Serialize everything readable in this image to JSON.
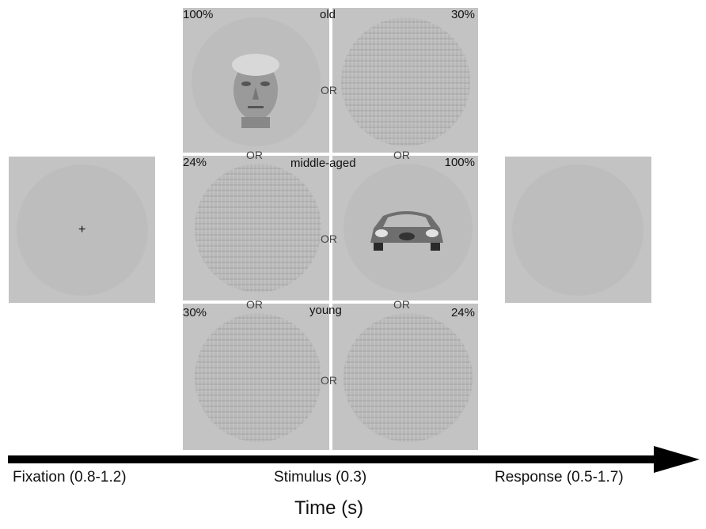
{
  "fixation": {
    "symbol": "+"
  },
  "stimulus_rows": [
    {
      "category": "old",
      "face_percent": "100%",
      "car_percent": "30%"
    },
    {
      "category": "middle-aged",
      "face_percent": "24%",
      "car_percent": "100%"
    },
    {
      "category": "young",
      "face_percent": "30%",
      "car_percent": "24%"
    }
  ],
  "or_label": "OR",
  "timeline": {
    "phases": [
      {
        "label": "Fixation (0.8-1.2)"
      },
      {
        "label": "Stimulus (0.3)"
      },
      {
        "label": "Response (0.5-1.7)"
      }
    ],
    "axis_title": "Time (s)"
  }
}
